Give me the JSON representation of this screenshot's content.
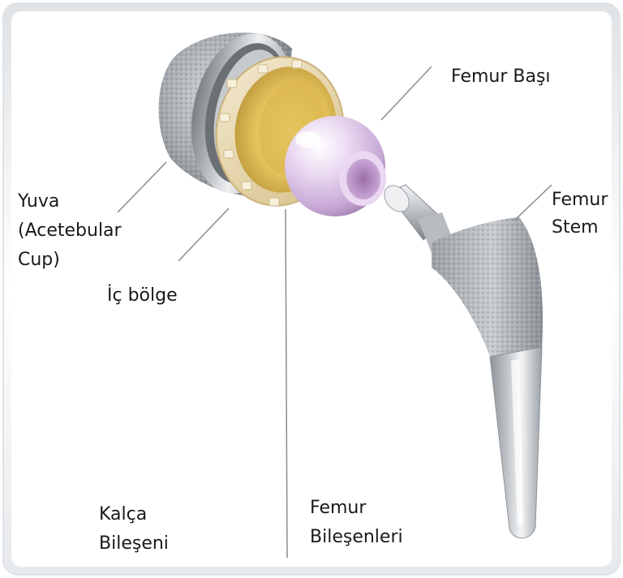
{
  "labels": {
    "femoral_head": "Femur Başı",
    "femoral_stem_line1": "Femur",
    "femoral_stem_line2": "Stem",
    "cup_line1": "Yuva",
    "cup_line2": "(Acetebular",
    "cup_line3": "Cup)",
    "liner": "İç bölge",
    "hip_component_line1": "Kalça",
    "hip_component_line2": "Bileşeni",
    "femoral_components_line1": "Femur",
    "femoral_components_line2": "Bileşenleri"
  },
  "colors": {
    "metal_light": "#e4e6ea",
    "metal_dark": "#8a8f96",
    "liner_yellow": "#e2c25c",
    "ball_lavender": "#d9c2e6",
    "leader_line": "#8c8c8c"
  }
}
